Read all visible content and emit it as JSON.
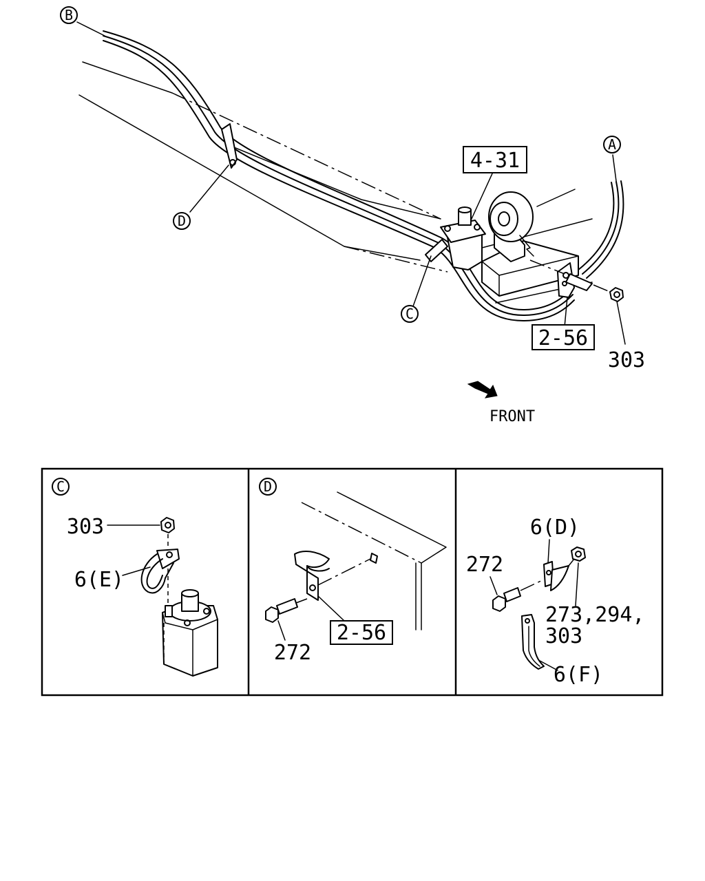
{
  "main": {
    "callouts": {
      "b": "B",
      "a": "A",
      "d": "D",
      "c": "C"
    },
    "labels": {
      "box_4_31": "4-31",
      "box_2_56": "2-56",
      "part_303": "303"
    },
    "front_label": "FRONT"
  },
  "details": {
    "panel_c": {
      "marker": "C",
      "nut_label": "303",
      "clip_label": "6(E)"
    },
    "panel_d": {
      "marker": "D",
      "bolt_label": "272",
      "box_label": "2-56"
    },
    "panel_e": {
      "clip_d_label": "6(D)",
      "bolt_label": "272",
      "nuts_label_line1": "273,294,",
      "nuts_label_line2": "303",
      "clip_f_label": "6(F)"
    }
  },
  "icons": [
    "front-arrow-icon",
    "nut-icon",
    "bolt-icon",
    "relay-icon",
    "pulley-icon",
    "clip-icon"
  ]
}
